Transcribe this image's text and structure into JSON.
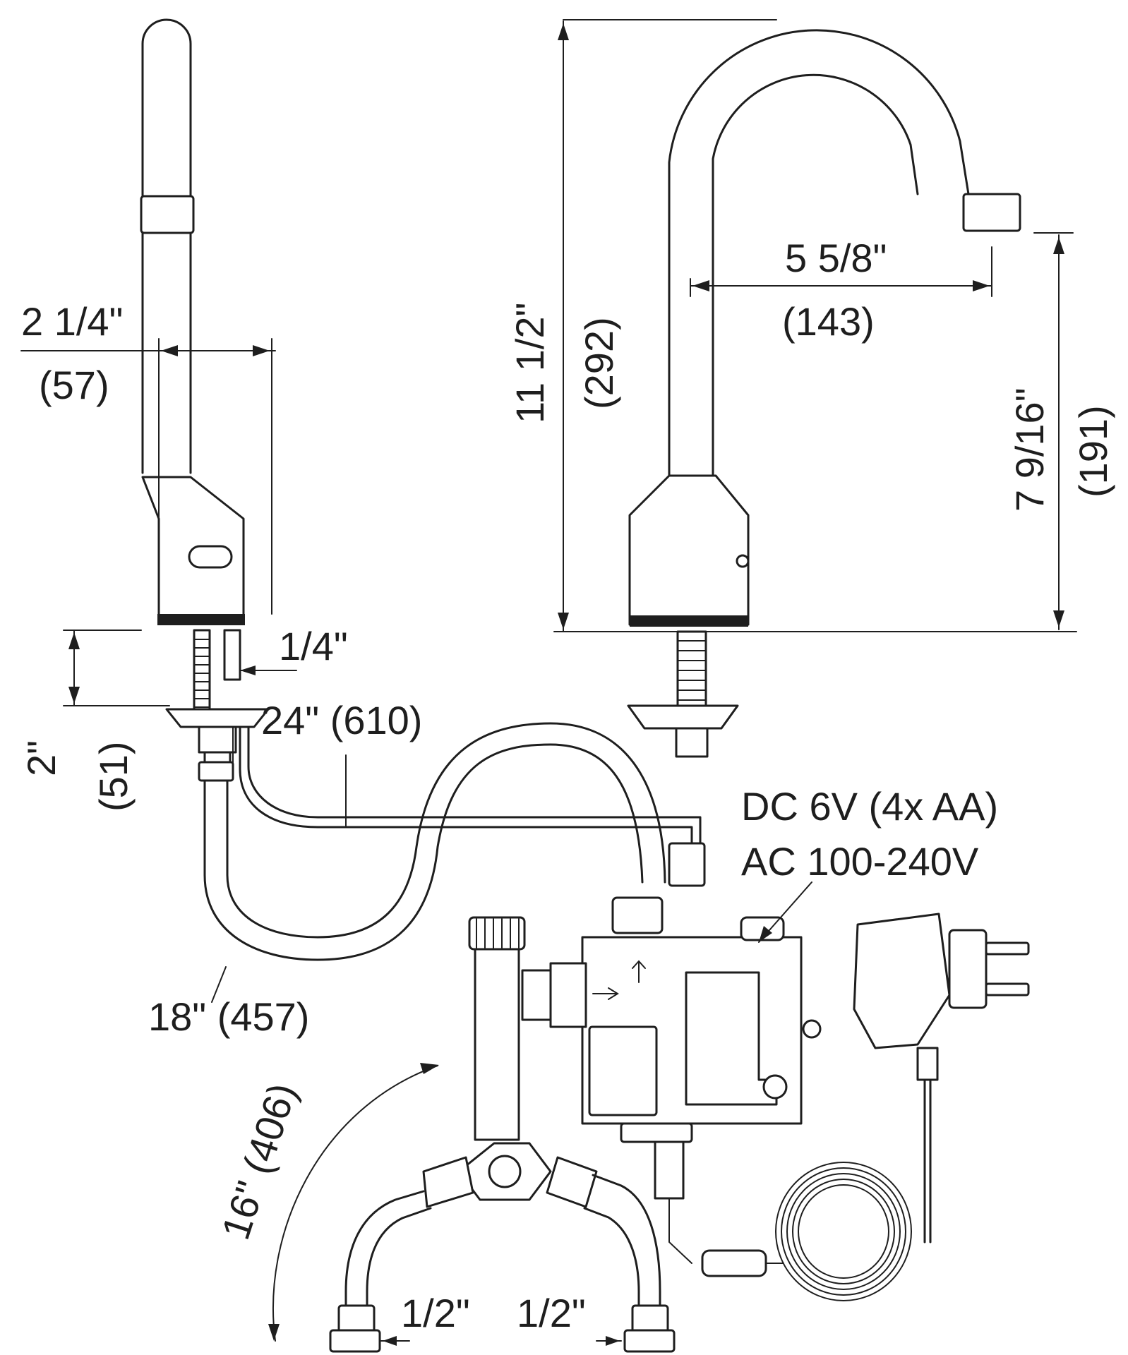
{
  "dimensions": {
    "body_width_in": "2 1/4\"",
    "body_width_mm": "(57)",
    "shank_in": "1/4\"",
    "hose_top_length": "24\" (610)",
    "mount_height_in": "2\"",
    "mount_height_mm": "(51)",
    "hose_bottom_length": "18\" (457)",
    "supply_length": "16\" (406)",
    "inlet_left": "1/2\"",
    "inlet_right": "1/2\"",
    "total_height_in": "11 1/2\"",
    "total_height_mm": "(292)",
    "reach_in": "5 5/8\"",
    "reach_mm": "(143)",
    "spout_height_in": "7 9/16\"",
    "spout_height_mm": "(191)"
  },
  "power": {
    "dc": "DC 6V (4x AA)",
    "ac": "AC 100-240V"
  }
}
